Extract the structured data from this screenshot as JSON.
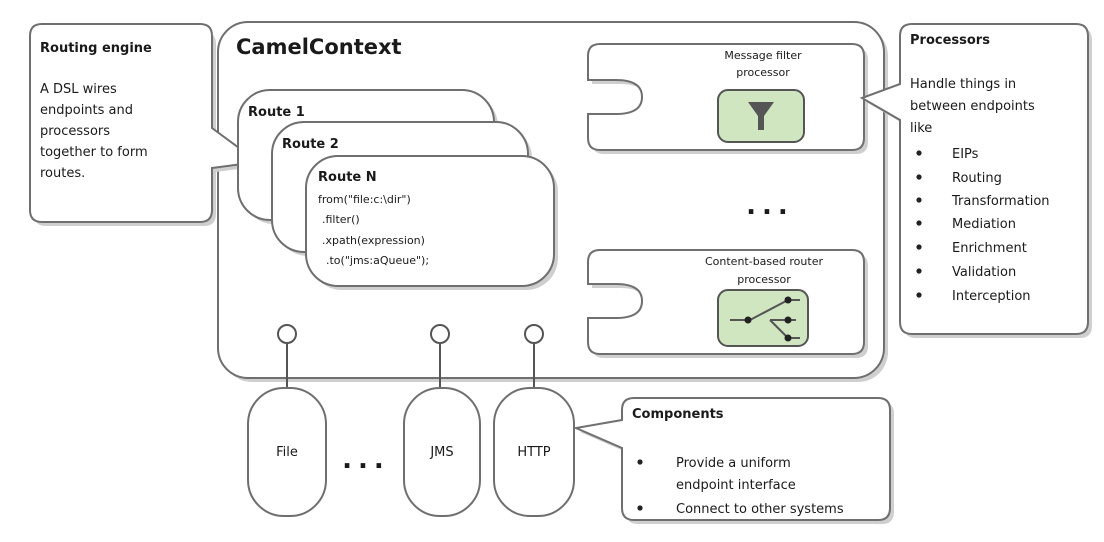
{
  "camel_context": {
    "title": "CamelContext"
  },
  "routing_engine": {
    "title": "Routing engine",
    "lines": [
      "A DSL wires",
      "endpoints and",
      "processors",
      "together to form",
      "routes."
    ]
  },
  "routes": {
    "route1": "Route 1",
    "route2": "Route 2",
    "routeN": "Route N",
    "code": [
      "from(\"file:c:\\dir\")",
      ".filter()",
      ".xpath(expression)",
      ".to(\"jms:aQueue\");"
    ]
  },
  "processors_box": {
    "title": "Processors",
    "intro": [
      "Handle things in",
      "between endpoints",
      "like"
    ],
    "items": [
      "EIPs",
      "Routing",
      "Transformation",
      "Mediation",
      "Enrichment",
      "Validation",
      "Interception"
    ]
  },
  "message_filter": {
    "label_lines": [
      "Message filter",
      "processor"
    ],
    "icon": "funnel-icon"
  },
  "content_router": {
    "label_lines": [
      "Content-based router",
      "processor"
    ],
    "icon": "router-switch-icon"
  },
  "ellipsis": "...",
  "endpoints": [
    "File",
    "JMS",
    "HTTP"
  ],
  "components_box": {
    "title": "Components",
    "items": [
      [
        "Provide a uniform",
        "endpoint interface"
      ],
      [
        "Connect to other systems"
      ]
    ]
  },
  "colors": {
    "accent_green": "#cfe6c1",
    "outline": "#6f6f6f"
  }
}
